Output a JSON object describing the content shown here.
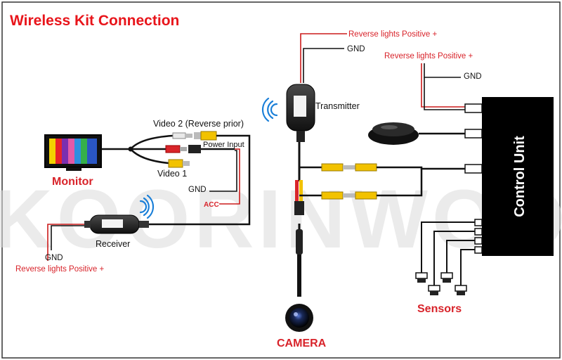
{
  "title": "Wireless Kit Connection",
  "watermark": "KOORINWOO",
  "labels": {
    "monitor": "Monitor",
    "video2": "Video 2 (Reverse prior)",
    "power_input": "Power Input",
    "video1": "Video 1",
    "gnd_monitor": "GND",
    "acc": "ACC",
    "receiver": "Receiver",
    "gnd_receiver": "GND",
    "reverse_receiver": "Reverse lights Positive +",
    "reverse_tx": "Reverse lights Positive +",
    "gnd_tx": "GND",
    "transmitter": "Transmitter",
    "reverse_cu": "Reverse lights Positive +",
    "gnd_cu": "GND",
    "control_unit": "Control Unit",
    "sensors": "Sensors",
    "camera": "CAMERA"
  },
  "colors": {
    "title_red": "#e8151b",
    "label_red": "#d8232a",
    "wire_black": "#111111",
    "wire_red": "#cc1b1b",
    "rca_yellow": "#f2c200",
    "rca_white": "#e9e9e9",
    "rca_red": "#d9252a",
    "control_unit_bg": "#000000",
    "watermark": "#d9d9d9",
    "border": "#333333"
  },
  "icons": {
    "signal": "wifi-signal-icon",
    "camera": "camera-icon",
    "sensor": "parking-sensor-icon",
    "monitor": "monitor-icon"
  }
}
